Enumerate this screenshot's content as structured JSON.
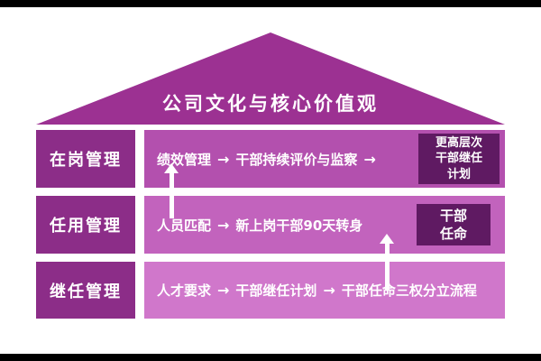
{
  "roof": {
    "title": "公司文化与核心价值观"
  },
  "arrow_glyph": "→",
  "rows": [
    {
      "label": "在岗管理",
      "steps": [
        "绩效管理",
        "干部持续评价与监察"
      ],
      "trailing_arrow": true,
      "badge_lines": [
        "更高层次",
        "干部继任",
        "计划"
      ]
    },
    {
      "label": "任用管理",
      "steps": [
        "人员匹配",
        "新上岗干部90天转身"
      ],
      "badge_lines": [
        "干部",
        "任命"
      ]
    },
    {
      "label": "继任管理",
      "steps": [
        "人才要求",
        "干部继任计划",
        "干部任命三权分立流程"
      ]
    }
  ],
  "colors": {
    "roof": "#9c3192",
    "row_label": "#8c2d88",
    "row1_body": "#b350ae",
    "row2_body": "#c263bd",
    "row3_body": "#d077cb",
    "badge": "#5f1a62",
    "text": "#ffffff",
    "connector": "#ffffff",
    "letterbox_bar": "#000000"
  }
}
